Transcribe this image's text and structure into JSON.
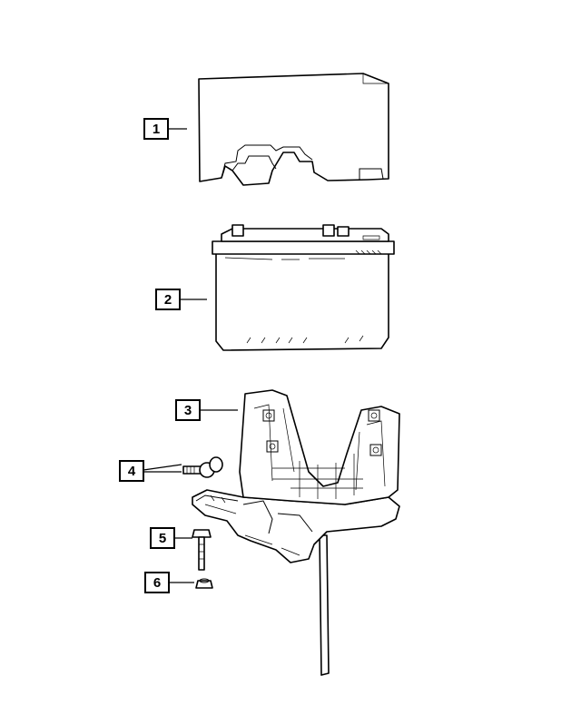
{
  "callouts": [
    {
      "id": "1",
      "label": "1"
    },
    {
      "id": "2",
      "label": "2"
    },
    {
      "id": "3",
      "label": "3"
    },
    {
      "id": "4",
      "label": "4"
    },
    {
      "id": "5",
      "label": "5"
    },
    {
      "id": "6",
      "label": "6"
    }
  ],
  "parts": [
    {
      "callout": "1",
      "icon": "battery-cover-icon"
    },
    {
      "callout": "2",
      "icon": "battery-icon"
    },
    {
      "callout": "3",
      "icon": "battery-tray-icon"
    },
    {
      "callout": "4",
      "icon": "bolt-washer-pair-icon"
    },
    {
      "callout": "5",
      "icon": "bolt-icon"
    },
    {
      "callout": "6",
      "icon": "nut-icon"
    }
  ],
  "colors": {
    "line": "#000000",
    "background": "#ffffff"
  }
}
